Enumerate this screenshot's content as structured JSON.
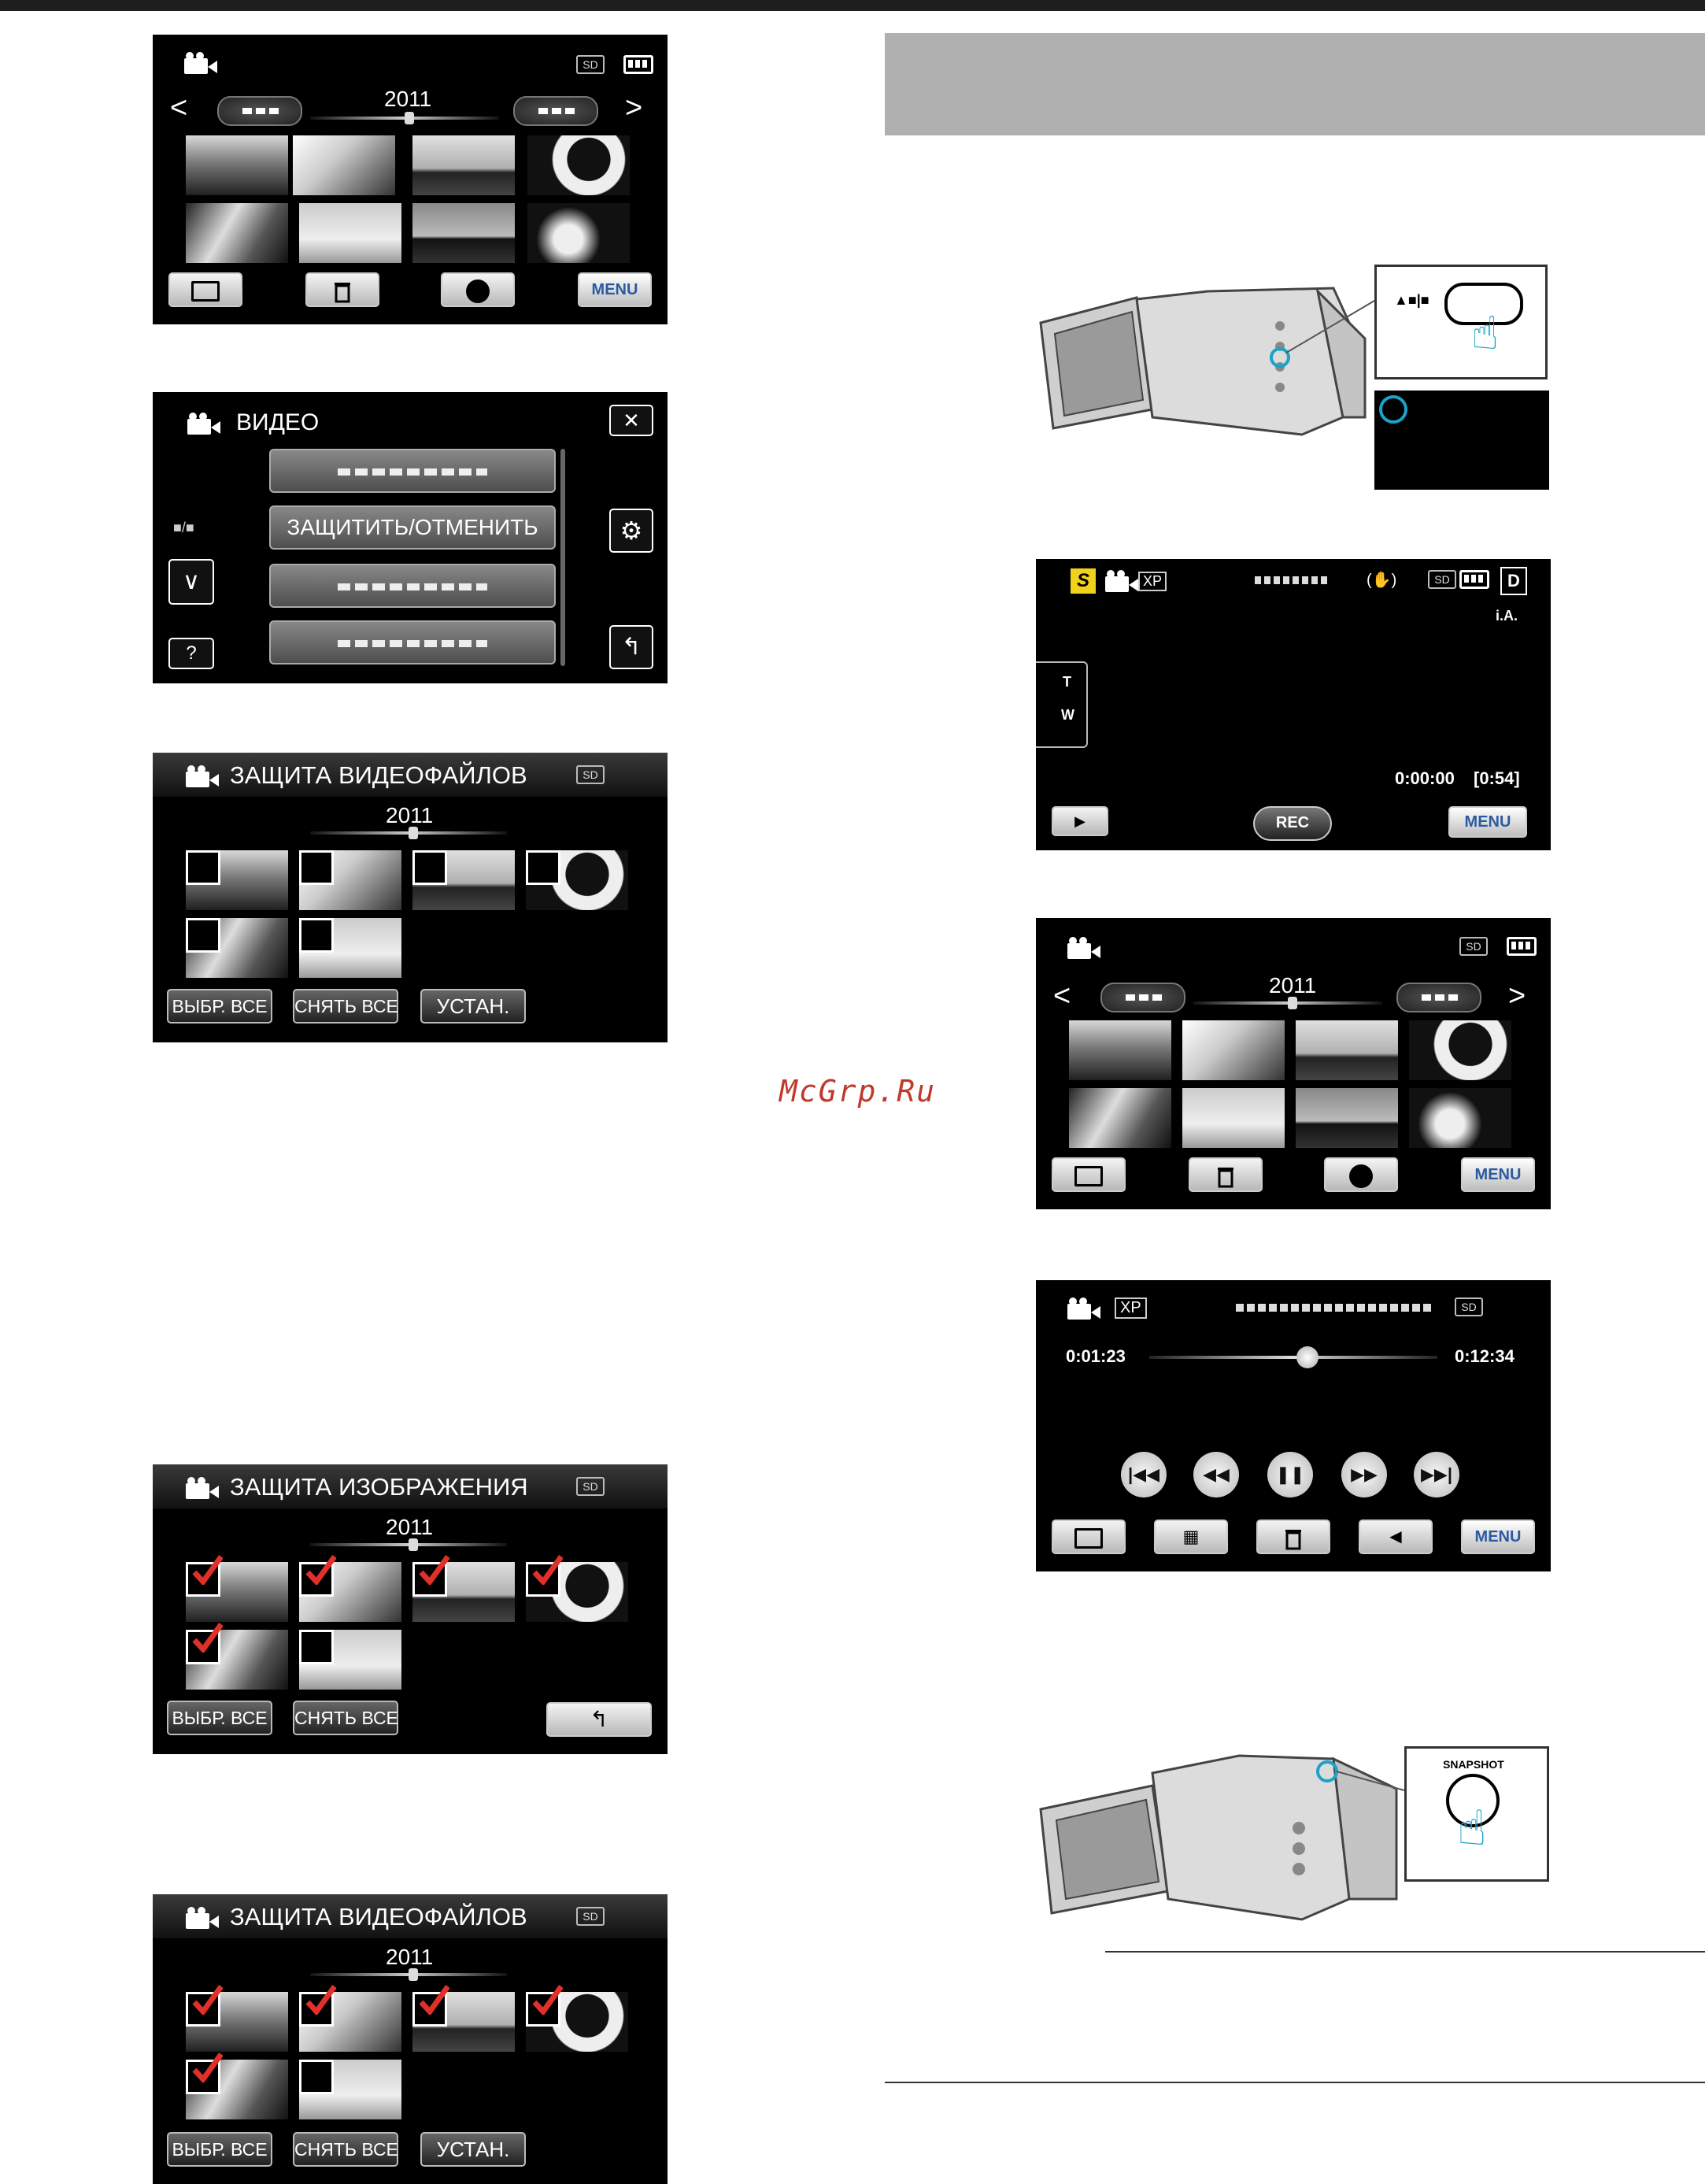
{
  "page": {
    "watermark": "McGrp.Ru"
  },
  "icons": {
    "camera": "video-camera-icon",
    "trash": "trash-icon",
    "gear": "gear-icon",
    "close": "close-icon",
    "back": "return-icon",
    "help": "help-icon",
    "checkmark": "red-checkmark-icon"
  },
  "colors": {
    "check": "#e0302a",
    "menu_text": "#2c5aa0",
    "watermark": "#c0392b",
    "header_band": "#b0b0b0"
  },
  "screen_index": {
    "year": "2011",
    "sd": "SD",
    "menu": "MENU"
  },
  "screen_menu": {
    "title": "ВИДЕО",
    "item_protect": "ЗАЩИТИТЬ/ОТМЕНИТЬ",
    "page_indicator": "■/■",
    "help": "?"
  },
  "screen_protect_video_1": {
    "title": "ЗАЩИТА ВИДЕОФАЙЛОВ",
    "sd": "SD",
    "year": "2011",
    "select_all": "ВЫБР. ВСЕ",
    "clear_all": "СНЯТЬ ВСЕ",
    "set": "УСТАН."
  },
  "screen_protect_image": {
    "title": "ЗАЩИТА ИЗОБРАЖЕНИЯ",
    "sd": "SD",
    "year": "2011",
    "select_all": "ВЫБР. ВСЕ",
    "clear_all": "СНЯТЬ ВСЕ"
  },
  "screen_protect_video_2": {
    "title": "ЗАЩИТА ВИДЕОФАЙЛОВ",
    "sd": "SD",
    "year": "2011",
    "select_all": "ВЫБР. ВСЕ",
    "clear_all": "СНЯТЬ ВСЕ",
    "set": "УСТАН."
  },
  "screen_record": {
    "mode_s": "S",
    "quality": "XP",
    "sd": "SD",
    "d": "D",
    "ia": "i.A.",
    "t": "T",
    "w": "W",
    "time": "0:00:00",
    "remaining": "[0:54]",
    "rec": "REC",
    "menu": "MENU"
  },
  "screen_index_right": {
    "year": "2011",
    "sd": "SD",
    "menu": "MENU"
  },
  "screen_playback": {
    "quality": "XP",
    "sd": "SD",
    "elapsed": "0:01:23",
    "total": "0:12:34",
    "menu": "MENU",
    "progress_fraction": 0.55
  },
  "camera_top": {
    "button_label": "▲■|■"
  },
  "camera_bottom": {
    "snapshot": "SNAPSHOT"
  }
}
